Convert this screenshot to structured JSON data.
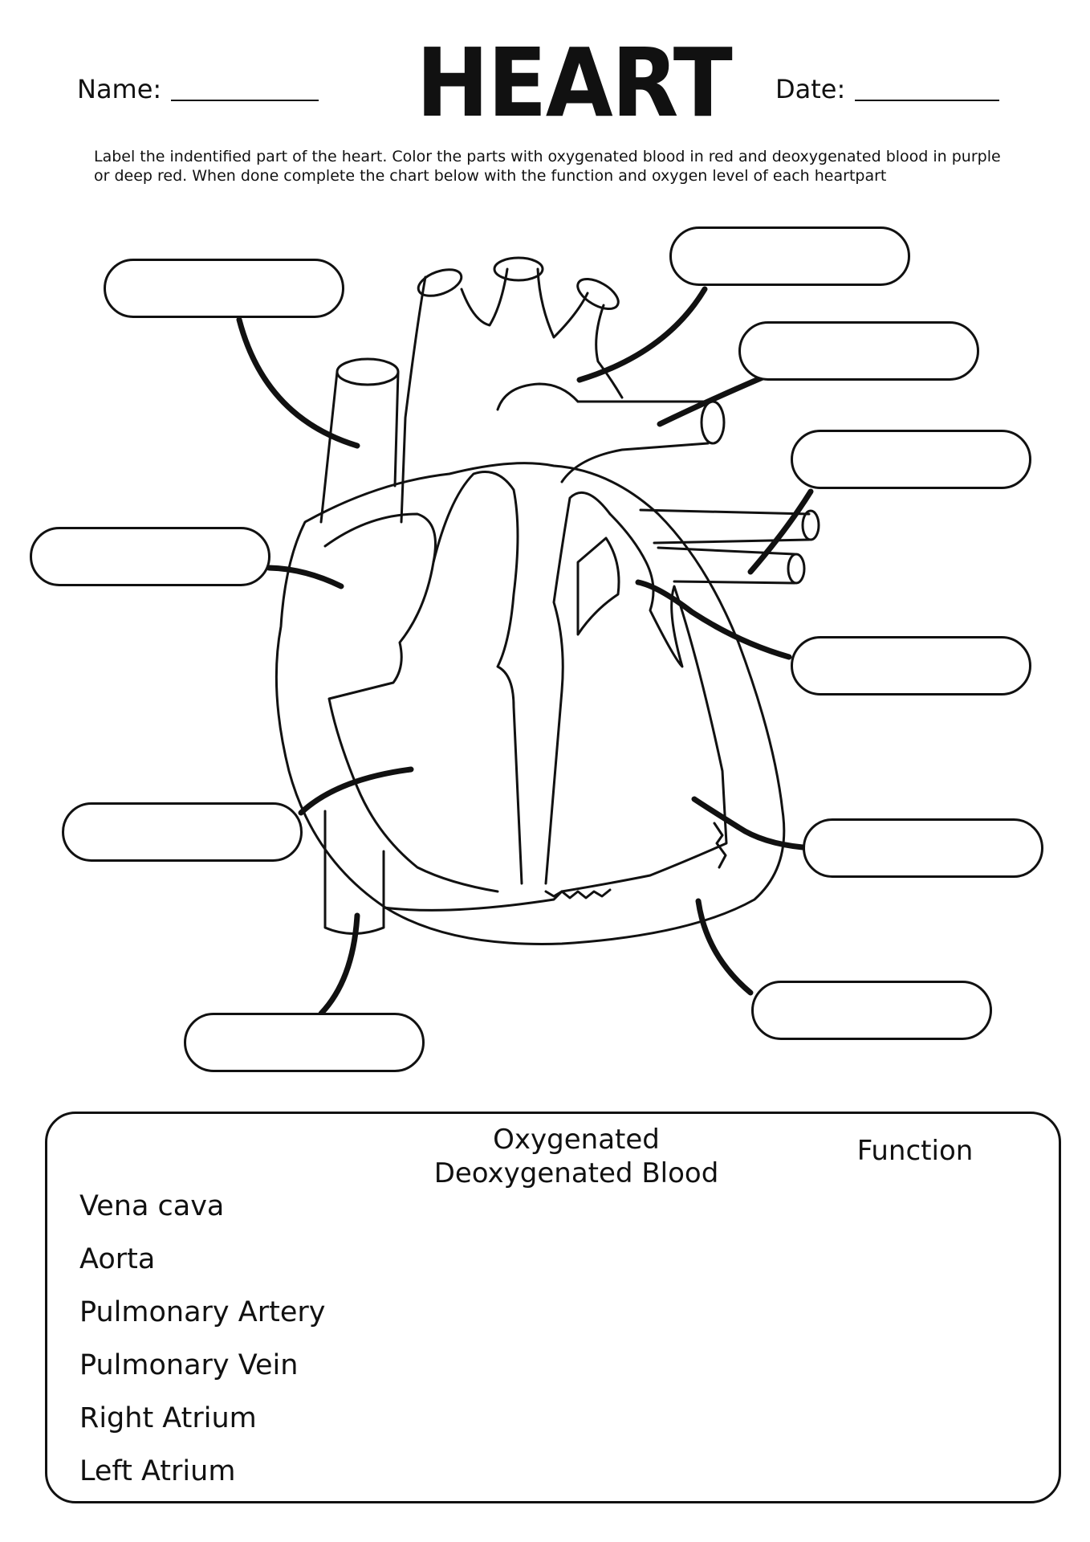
{
  "header": {
    "name_label": "Name:",
    "title": "HEART",
    "date_label": "Date:"
  },
  "instructions": "Label the indentified part of the heart. Color the parts with oxygenated blood in red and deoxygenated blood in purple or deep red. When done complete the chart below with the function and oxygen level of each heartpart",
  "diagram": {
    "label_boxes": [
      "",
      "",
      "",
      "",
      "",
      "",
      "",
      "",
      "",
      ""
    ]
  },
  "chart": {
    "col_oxygen_line1": "Oxygenated",
    "col_oxygen_line2": "Deoxygenated Blood",
    "col_function": "Function",
    "rows": [
      "Vena cava",
      "Aorta",
      "Pulmonary Artery",
      "Pulmonary Vein",
      "Right Atrium",
      "Left Atrium"
    ]
  }
}
